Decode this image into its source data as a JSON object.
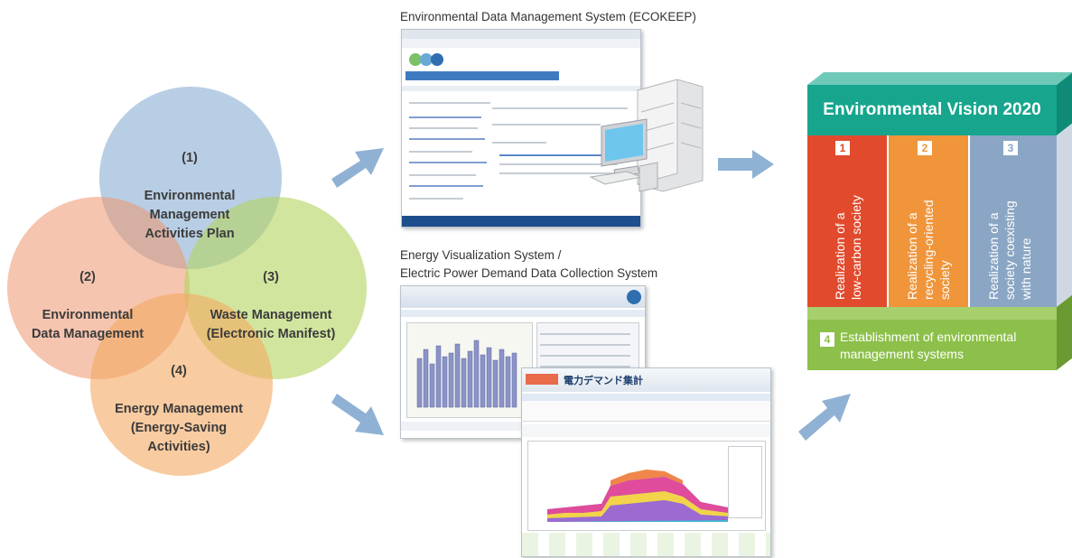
{
  "venn": {
    "c1": {
      "num": "(1)",
      "text": "Environmental\nManagement\nActivities Plan"
    },
    "c2": {
      "num": "(2)",
      "text": "Environmental\nData Management"
    },
    "c3": {
      "num": "(3)",
      "text": "Waste Management\n(Electronic Manifest)"
    },
    "c4": {
      "num": "(4)",
      "text": "Energy Management\n(Energy-Saving\nActivities)"
    }
  },
  "systems": {
    "ecokeep_caption": "Environmental Data Management System (ECOKEEP)",
    "energy_caption_line1": "Energy Visualization System /",
    "energy_caption_line2": "Electric Power Demand Data Collection System",
    "demand_title": "電力デマンド集計"
  },
  "vision": {
    "title": "Environmental Vision 2020",
    "pillars": [
      {
        "num": "1",
        "text": "Realization of a\nlow-carbon society",
        "color": "#e14a2c"
      },
      {
        "num": "2",
        "text": "Realization of a\nrecycling-oriented\nsociety",
        "color": "#f0953a"
      },
      {
        "num": "3",
        "text": "Realization of a\nsociety coexisting\nwith nature",
        "color": "#8aa6c4"
      }
    ],
    "base": {
      "num": "4",
      "text": "Establishment of environmental\nmanagement systems",
      "color": "#8cc04a"
    }
  },
  "colors": {
    "arrow": "#8fb1d4",
    "teal": "#17a58e"
  }
}
